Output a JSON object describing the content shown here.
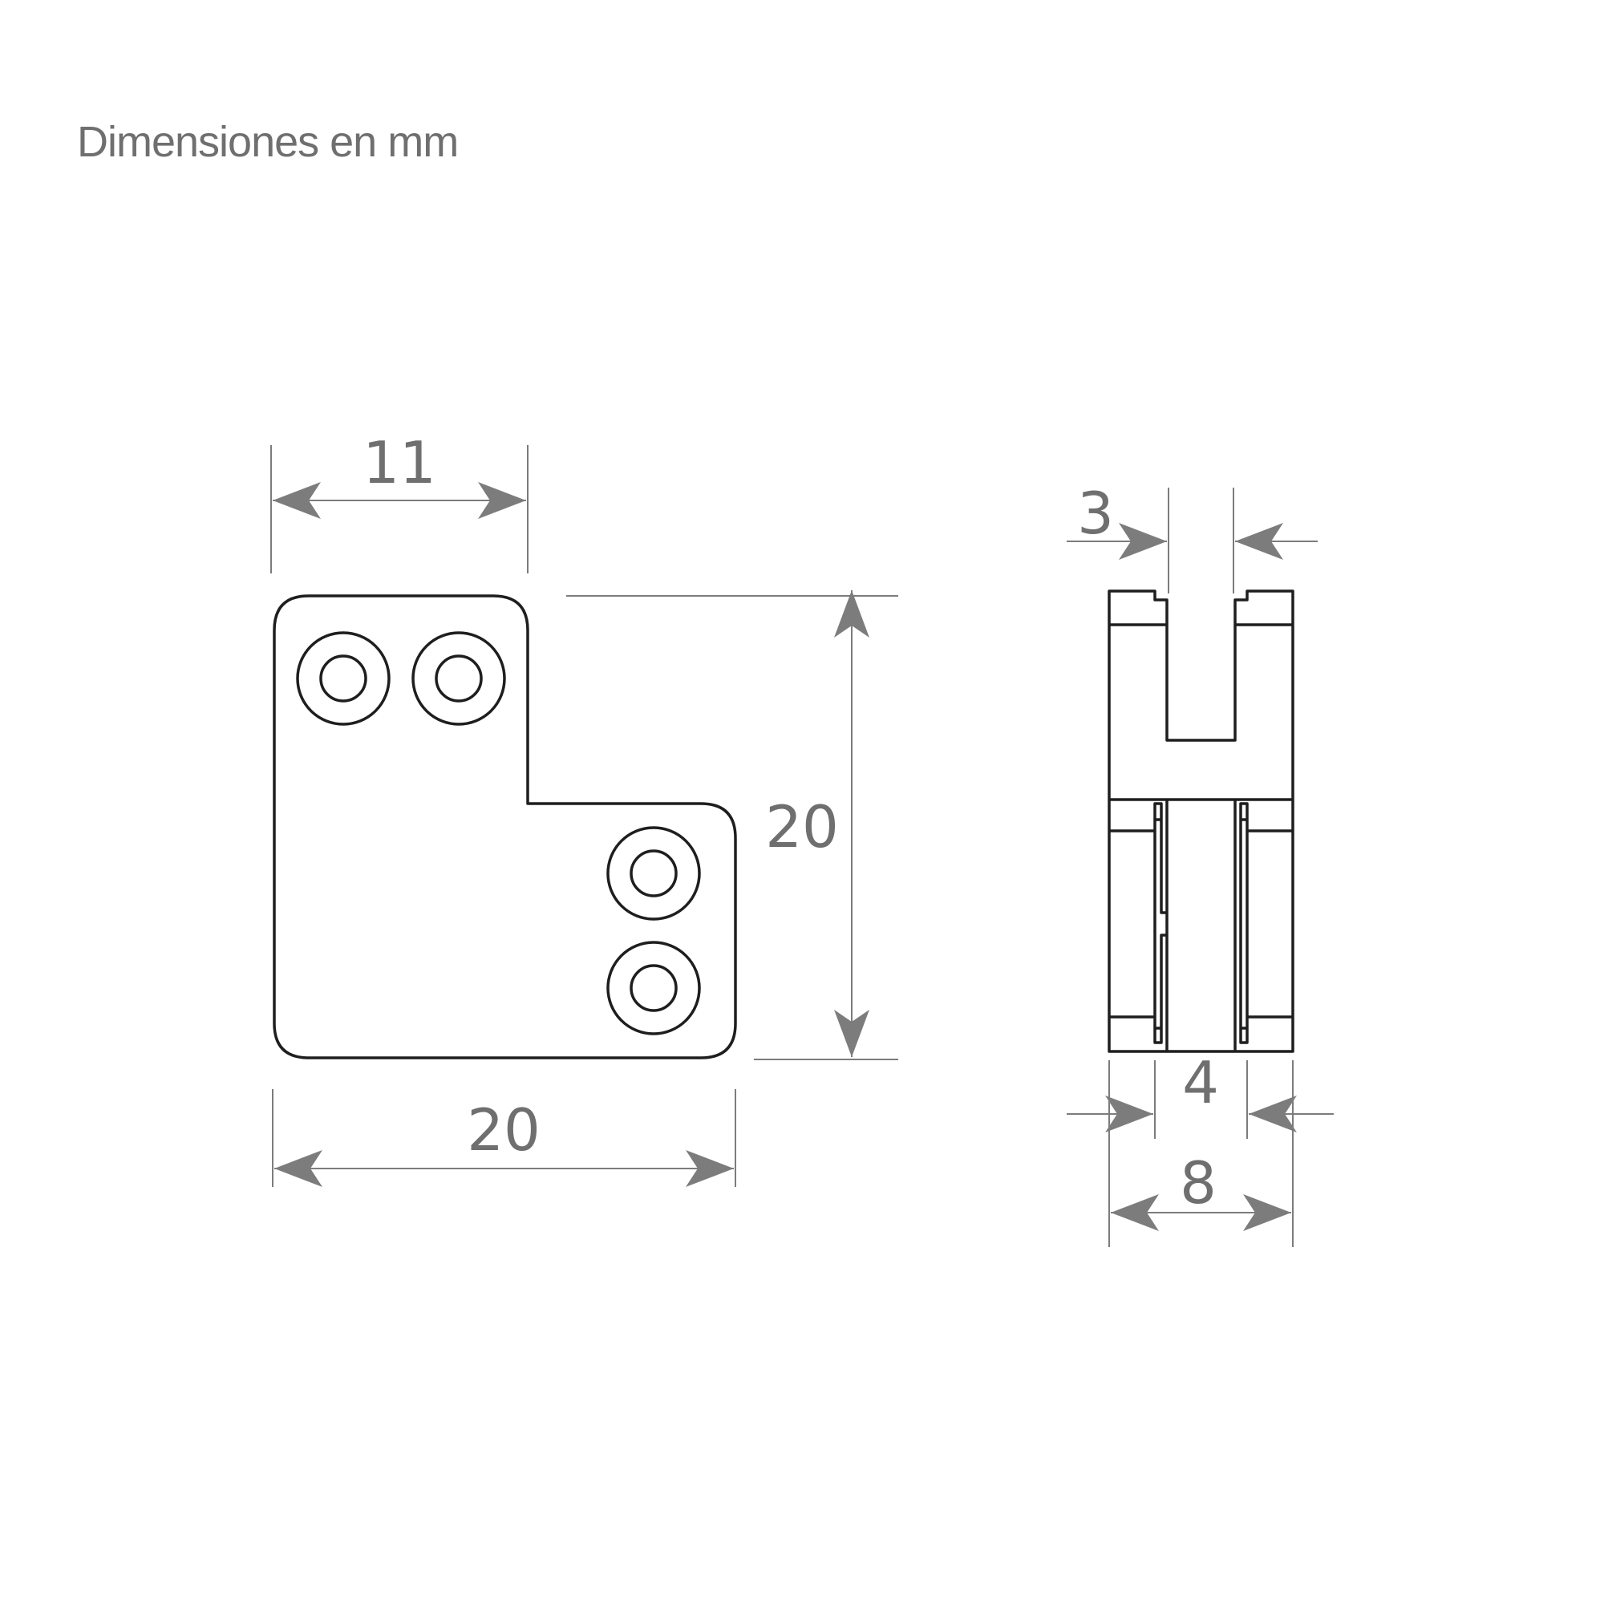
{
  "caption": "Dimensiones en mm",
  "dimensions": {
    "front_top_width": "11",
    "front_height": "20",
    "front_bottom_width": "20",
    "side_slot_width": "3",
    "side_inner_width": "4",
    "side_total_width": "8"
  },
  "colors": {
    "outline": "#1e1e1e",
    "dimension_line": "#7c7c7c",
    "text": "#6f6f70"
  }
}
